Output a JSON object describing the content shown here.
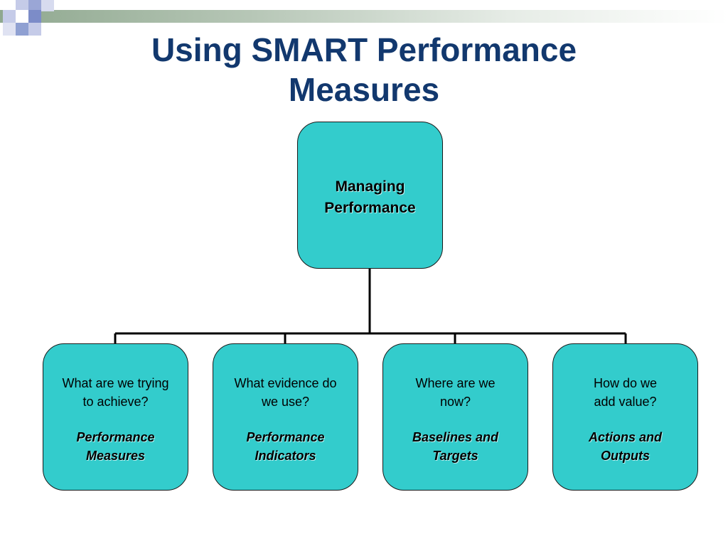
{
  "slide": {
    "title": "Using SMART Performance\nMeasures"
  },
  "diagram": {
    "root": {
      "label": "Managing\nPerformance"
    },
    "children": [
      {
        "question": "What are we trying\nto achieve?",
        "answer": "Performance\nMeasures"
      },
      {
        "question": "What evidence do\nwe use?",
        "answer": "Performance\nIndicators"
      },
      {
        "question": "Where are we\nnow?",
        "answer": "Baselines and\nTargets"
      },
      {
        "question": "How do we\nadd value?",
        "answer": "Actions and\nOutputs"
      }
    ]
  },
  "colors": {
    "title": "#12386e",
    "node_fill": "#33cccc",
    "connector": "#000000"
  }
}
